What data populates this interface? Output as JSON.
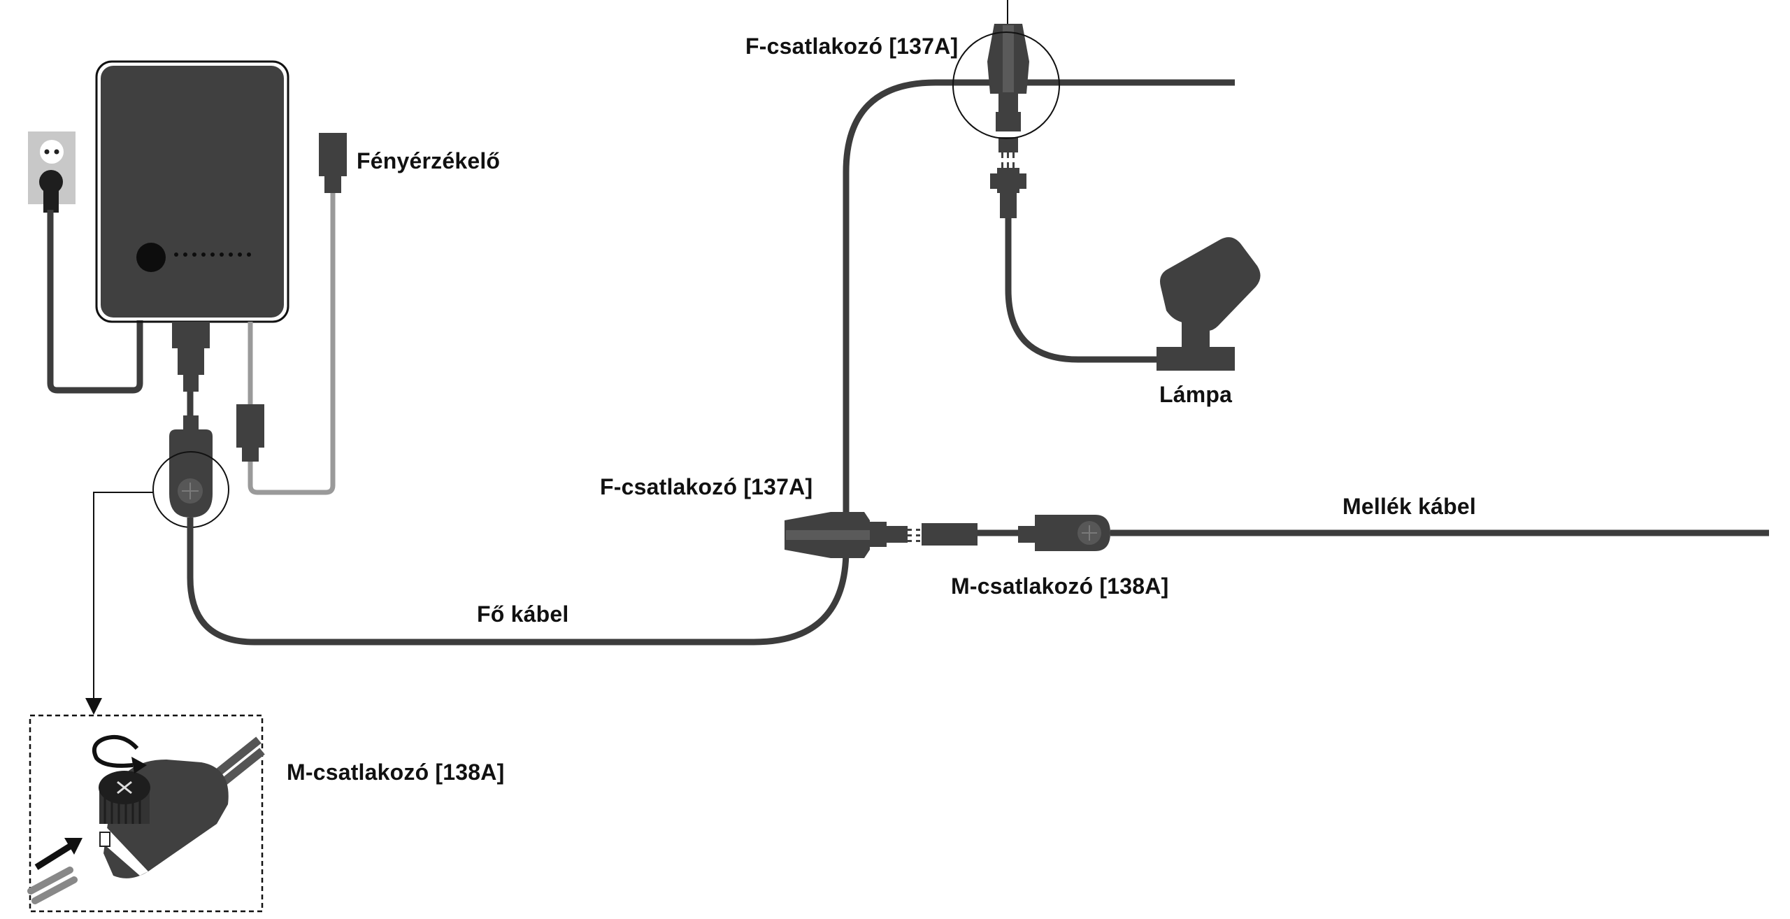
{
  "labels": {
    "light_sensor": "Fényérzékelő",
    "f_connector_top": "F-csatlakozó [137A]",
    "f_connector_mid": "F-csatlakozó [137A]",
    "lamp": "Lámpa",
    "branch_cable": "Mellék kábel",
    "m_connector_mid": "M-csatlakozó [138A]",
    "main_cable": "Fő kábel",
    "m_connector_detail": "M-csatlakozó [138A]"
  },
  "colors": {
    "cable": "#3c3c3c",
    "device": "#404040",
    "sensor_cable": "#9a9a9a",
    "outlet": "#c8c8c8",
    "connector_highlight": "#5a5a5a",
    "outline": "#111111"
  },
  "icons": {
    "detail_rotate": "rotate-arrow-icon",
    "detail_insert": "insert-arrow-icon",
    "detail_screw": "screw-cap-icon"
  }
}
